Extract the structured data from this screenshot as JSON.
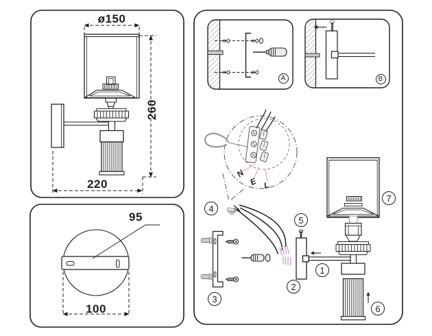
{
  "front_view": {
    "shade_diameter": "ø150",
    "fixture_height": "260",
    "fixture_depth": "220"
  },
  "plate_view": {
    "keyhole_spacing": "95",
    "plate_diameter": "100"
  },
  "steps": {
    "a": "A",
    "b": "B"
  },
  "wiring": {
    "neutral": "N",
    "earth": "E",
    "live": "L"
  },
  "parts": {
    "p1": "1",
    "p2": "2",
    "p3": "3",
    "p4": "4",
    "p5": "5",
    "p6": "6",
    "p7": "7"
  },
  "colors": {
    "line": "#1d1d1b",
    "leader_pink": "#e59aa4",
    "ferrule_mauve": "#bf9ec3",
    "metal_gray": "#ececec"
  }
}
